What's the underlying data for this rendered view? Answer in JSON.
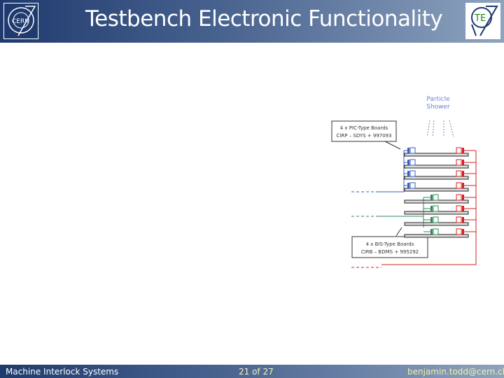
{
  "header": {
    "title": "Testbench Electronic Functionality",
    "left_logo": "CERN",
    "right_logo": "TE"
  },
  "diagram": {
    "shower_label_1": "Particle",
    "shower_label_2": "Shower",
    "pic_label_1": "4 x PIC-Type Boards",
    "pic_label_2": "CIRP – SDYS + 997093",
    "bis_label_1": "4 x BIS-Type Boards",
    "bis_label_2": "CIRB – BDMS + 995292",
    "colors": {
      "pic": "#3a5fc0",
      "bis": "#2e8b57",
      "red": "#d42020",
      "text": "#6a84c8"
    }
  },
  "footer": {
    "left": "Machine Interlock Systems",
    "page": "21 of 27",
    "email": "benjamin.todd@cern.ch",
    "mail_icon": "envelope-icon"
  }
}
